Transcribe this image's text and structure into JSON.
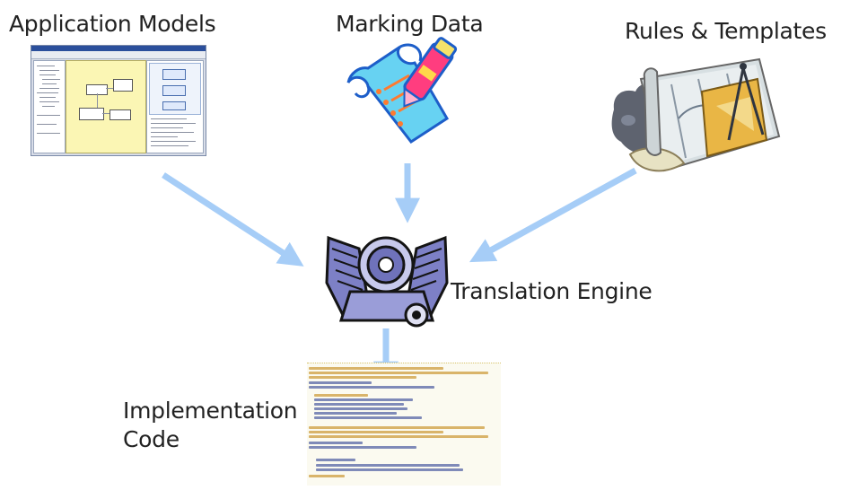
{
  "labels": {
    "application_models": "Application Models",
    "marking_data": "Marking Data",
    "rules_templates": "Rules & Templates",
    "translation_engine": "Translation Engine",
    "implementation_code_line1": "Implementation",
    "implementation_code_line2": "Code"
  },
  "colors": {
    "arrow": "#a6cdf7",
    "text": "#222222"
  },
  "icons": {
    "application_models": "uml-model-screenshot",
    "marking_data": "marker-on-paper-clipart",
    "rules_templates": "drafting-tools-clipart",
    "translation_engine": "engine-clipart",
    "implementation_code": "source-code-listing"
  }
}
